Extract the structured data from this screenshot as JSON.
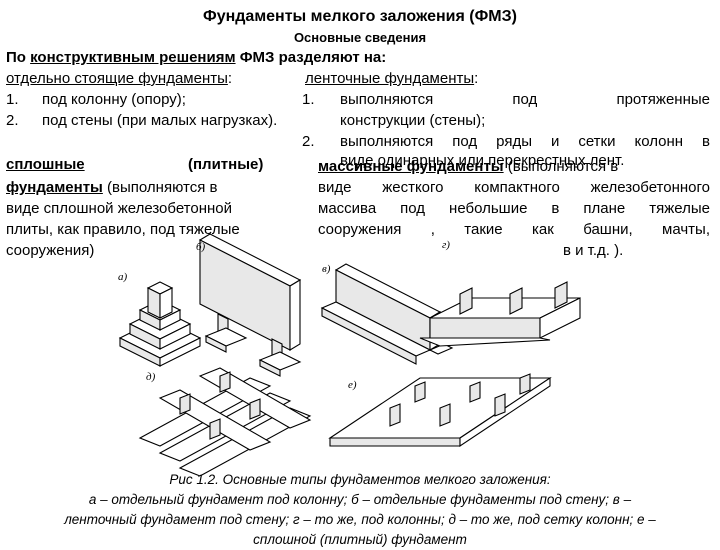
{
  "title": "Фундаменты мелкого заложения (ФМЗ)",
  "subtitle": "Основные сведения",
  "intro": {
    "prefix": "По ",
    "emph": "конструктивным решениям",
    "suffix": " ФМЗ разделяют на:"
  },
  "left_col": {
    "heading_u": "отдельно стоящие фундаменты",
    "heading_tail": ":",
    "items": [
      {
        "num": "1.",
        "text": "под колонну (опору);"
      },
      {
        "num": "2.",
        "text": "под стены (при малых нагрузках)."
      }
    ],
    "solid_head_1": "сплошные",
    "solid_head_2": "(плитные)",
    "solid_lines": [
      {
        "u": "фундаменты",
        "rest": " (выполняются в"
      },
      {
        "u": "",
        "rest": "виде сплошной железобетонной"
      },
      {
        "u": "",
        "rest": "плиты, как правило, под тяжелые"
      },
      {
        "u": "",
        "rest": "сооружения)"
      }
    ]
  },
  "right_col": {
    "heading_u": "ленточные фундаменты",
    "heading_tail": ":",
    "items": [
      {
        "num": "1.",
        "line1": "выполняются под протяженные",
        "line2": "конструкции (стены);"
      },
      {
        "num": "2.",
        "line1": "выполняются под ряды и сетки колонн в",
        "line2": "виде одинарных или перекрестных лент."
      }
    ],
    "massive_head_u": "массивные фундаменты",
    "massive_head_tail": " (выполняются в",
    "massive_lines": [
      "виде жесткого компактного железобетонного",
      "массива под небольшие в плане тяжелые",
      "сооружения , такие как башни, мачты,",
      "в и т.д. )."
    ]
  },
  "figure_labels": [
    "а)",
    "б)",
    "в)",
    "г)",
    "д)",
    "е)"
  ],
  "caption": [
    "Рис 1.2. Основные типы фундаментов мелкого заложения:",
    "а – отдельный фундамент под колонну; б – отдельные фундаменты под стену; в –",
    "ленточный фундамент под стену; г – то же, под колонны; д – то же, под сетку колонн; е –",
    "сплошной (плитный) фундамент"
  ]
}
